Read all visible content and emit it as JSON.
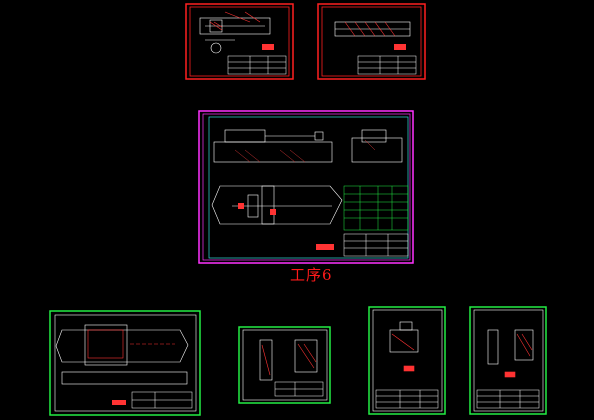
{
  "canvas": {
    "background": "#000000"
  },
  "colors": {
    "red_frame": "#ff2020",
    "magenta_frame": "#ff33ff",
    "green_frame": "#22ee44",
    "white_line": "#ffffff",
    "cyan_line": "#33dddd",
    "hatch": "#cc3333"
  },
  "drawings": [
    {
      "id": "sheet-top-left",
      "frame": "red"
    },
    {
      "id": "sheet-top-right",
      "frame": "red"
    },
    {
      "id": "sheet-main-assembly",
      "frame": "magenta",
      "caption": "工序6"
    },
    {
      "id": "sheet-bottom-1",
      "frame": "green"
    },
    {
      "id": "sheet-bottom-2",
      "frame": "green"
    },
    {
      "id": "sheet-bottom-3",
      "frame": "green"
    },
    {
      "id": "sheet-bottom-4",
      "frame": "green"
    }
  ]
}
